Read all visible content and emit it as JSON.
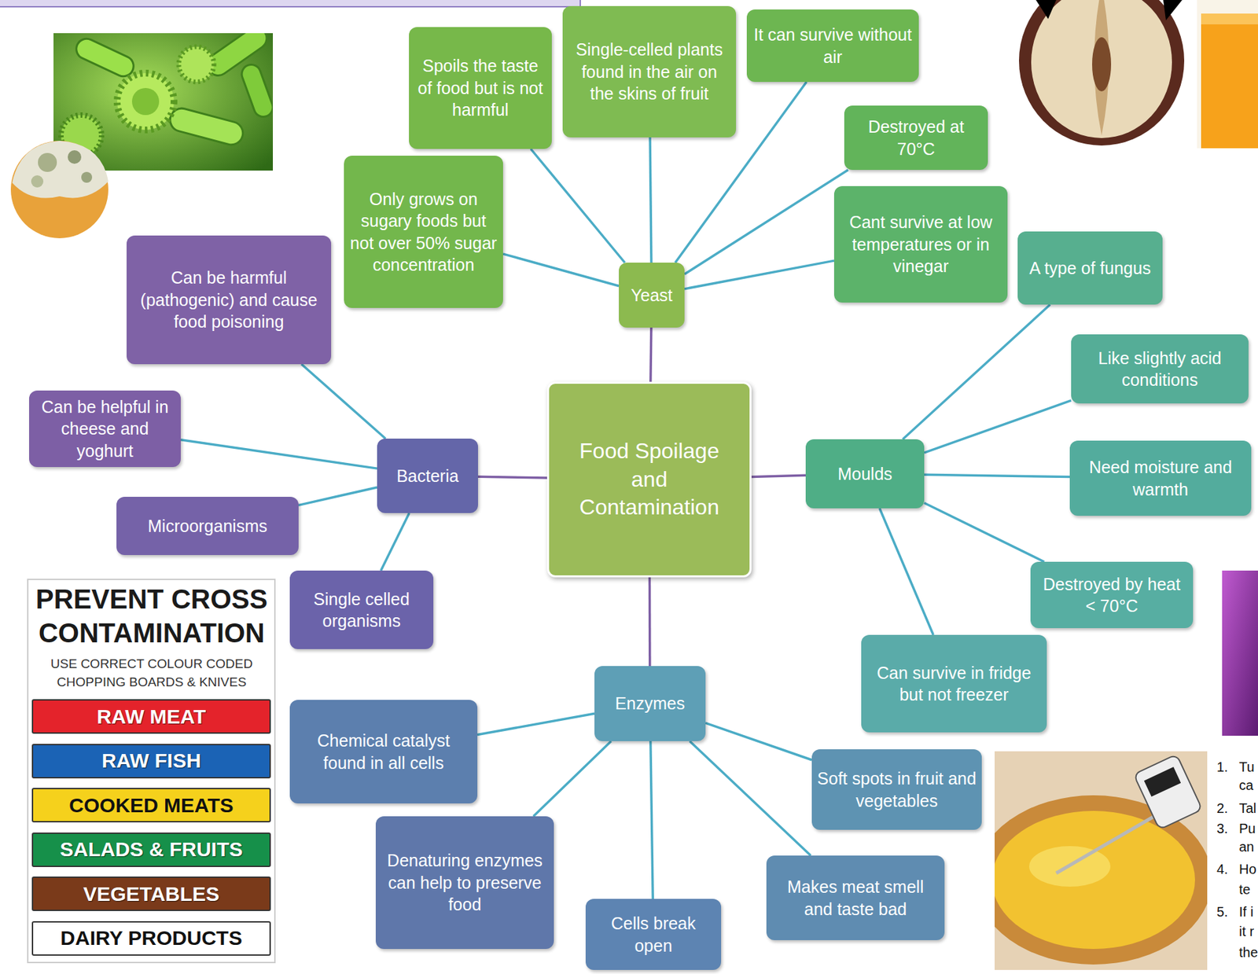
{
  "diagram": {
    "nodes": [
      {
        "text": [
          "Food Spoilage and Contamination"
        ]
      },
      {
        "text": [
          "Yeast"
        ]
      },
      {
        "text": [
          "Spoils the taste of food but is not harmful"
        ]
      },
      {
        "text": [
          "Single-celled plants found in the air on the skins of fruit"
        ]
      },
      {
        "text": [
          "It can survive without air"
        ]
      },
      {
        "text": [
          "Destroyed at 70°C"
        ]
      },
      {
        "text": [
          "Cant survive at low temperatures or in vinegar"
        ]
      },
      {
        "text": [
          "Only grows on sugary foods but not over 50% sugar concentration"
        ]
      },
      {
        "text": [
          "Bacteria"
        ]
      },
      {
        "text": [
          "Can be harmful (pathogenic) and cause food poisoning"
        ]
      },
      {
        "text": [
          "Can be helpful in cheese and yoghurt"
        ]
      },
      {
        "text": [
          "Microorganisms"
        ]
      },
      {
        "text": [
          "Single celled organisms"
        ]
      },
      {
        "text": [
          "Moulds"
        ]
      },
      {
        "text": [
          "A type of fungus"
        ]
      },
      {
        "text": [
          "Like slightly acid conditions"
        ]
      },
      {
        "text": [
          "Need moisture and warmth"
        ]
      },
      {
        "text": [
          "Destroyed by heat < 70°C"
        ]
      },
      {
        "text": [
          "Can survive in fridge but not freezer"
        ]
      },
      {
        "text": [
          "Enzymes"
        ]
      },
      {
        "text": [
          "Chemical catalyst found in all cells"
        ]
      },
      {
        "text": [
          "Denaturing enzymes can help to preserve food"
        ]
      },
      {
        "text": [
          "Cells break open"
        ]
      },
      {
        "text": [
          "Makes meat smell and taste bad"
        ]
      },
      {
        "text": [
          "Soft spots in fruit and vegetables"
        ]
      }
    ],
    "edges": [
      {
        "from": 0,
        "to": 1,
        "arrow": "none"
      },
      {
        "from": 0,
        "to": 8,
        "arrow": "none"
      },
      {
        "from": 0,
        "to": 13,
        "arrow": "none"
      },
      {
        "from": 0,
        "to": 19,
        "arrow": "none"
      },
      {
        "from": 1,
        "to": 2,
        "arrow": "none"
      },
      {
        "from": 1,
        "to": 3,
        "arrow": "none"
      },
      {
        "from": 1,
        "to": 4,
        "arrow": "none"
      },
      {
        "from": 1,
        "to": 5,
        "arrow": "none"
      },
      {
        "from": 1,
        "to": 6,
        "arrow": "none"
      },
      {
        "from": 1,
        "to": 7,
        "arrow": "none"
      },
      {
        "from": 8,
        "to": 9,
        "arrow": "none"
      },
      {
        "from": 8,
        "to": 10,
        "arrow": "none"
      },
      {
        "from": 8,
        "to": 11,
        "arrow": "none"
      },
      {
        "from": 8,
        "to": 12,
        "arrow": "none"
      },
      {
        "from": 13,
        "to": 14,
        "arrow": "none"
      },
      {
        "from": 13,
        "to": 15,
        "arrow": "none"
      },
      {
        "from": 13,
        "to": 16,
        "arrow": "none"
      },
      {
        "from": 13,
        "to": 17,
        "arrow": "none"
      },
      {
        "from": 13,
        "to": 18,
        "arrow": "none"
      },
      {
        "from": 19,
        "to": 20,
        "arrow": "none"
      },
      {
        "from": 19,
        "to": 21,
        "arrow": "none"
      },
      {
        "from": 19,
        "to": 22,
        "arrow": "none"
      },
      {
        "from": 19,
        "to": 23,
        "arrow": "none"
      },
      {
        "from": 19,
        "to": 24,
        "arrow": "none"
      }
    ],
    "labels": [
      "PREVENT CROSS CONTAMINATION",
      "USE CORRECT COLOUR CODED CHOPPING BOARDS & KNIVES",
      "1.",
      "Tu",
      "ca",
      "2.",
      "Tal",
      "3.",
      "Pu",
      "an",
      "4.",
      "Ho",
      "te",
      "5.",
      "If i",
      "it r",
      "the"
    ],
    "legend": [
      {
        "text": "RAW MEAT",
        "color": "#e4232b"
      },
      {
        "text": "RAW FISH",
        "color": "#1b63b5"
      },
      {
        "text": "COOKED MEATS",
        "color": "#f5d11c"
      },
      {
        "text": "SALADS & FRUITS",
        "color": "#16904a"
      },
      {
        "text": "VEGETABLES",
        "color": "#7a3a1a"
      },
      {
        "text": "DAIRY PRODUCTS",
        "color": "#ffffff"
      }
    ]
  }
}
